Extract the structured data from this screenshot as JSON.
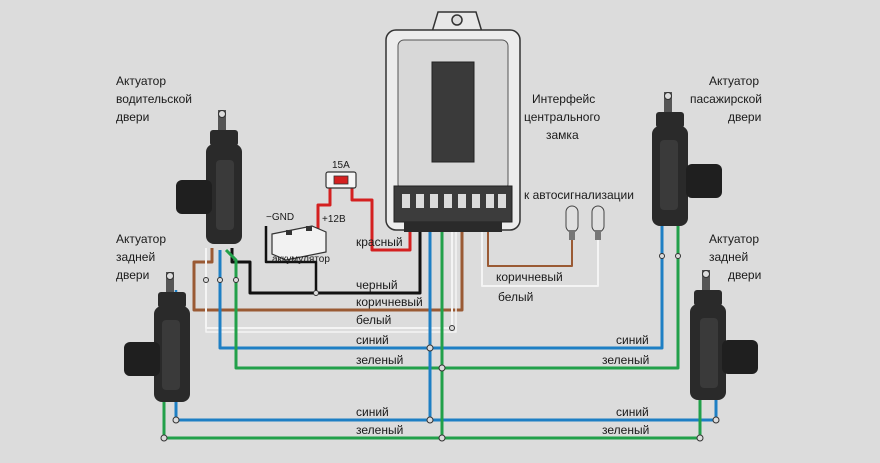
{
  "labels": {
    "driver_actuator": [
      "Актуатор",
      "водительской",
      "двери"
    ],
    "passenger_actuator": [
      "Актуатор",
      "пасажирской",
      "двери"
    ],
    "rear_left_actuator": [
      "Актуатор",
      "задней",
      "двери"
    ],
    "rear_right_actuator": [
      "Актуатор",
      "задней",
      "двери"
    ],
    "interface": [
      "Интерфейс",
      "центрального",
      "замка"
    ],
    "to_alarm": "к автосигнализации",
    "fuse": "15А",
    "plus12": "+12В",
    "gnd": "−GND",
    "battery": "аккумулятор"
  },
  "wires": {
    "red": "красный",
    "black": "черный",
    "brown_left": "коричневый",
    "white_left": "белый",
    "brown_right": "коричневый",
    "white_right": "белый",
    "blue_mid_right": "синий",
    "green_mid_left": "зеленый",
    "green_mid_right": "зеленый",
    "blue_mid_left": "синий",
    "blue_bot_left": "синий",
    "blue_bot_right": "синий",
    "green_bot_left": "зеленый",
    "green_bot_right": "зеленый"
  },
  "colors": {
    "background": "#dcdcdc",
    "red_wire": "#d42020",
    "black_wire": "#111111",
    "brown_wire": "#9a5a34",
    "white_wire": "#f4f4f4",
    "blue_wire": "#1e7fc4",
    "green_wire": "#22a04a",
    "actuator_body": "#2a2a2a"
  }
}
